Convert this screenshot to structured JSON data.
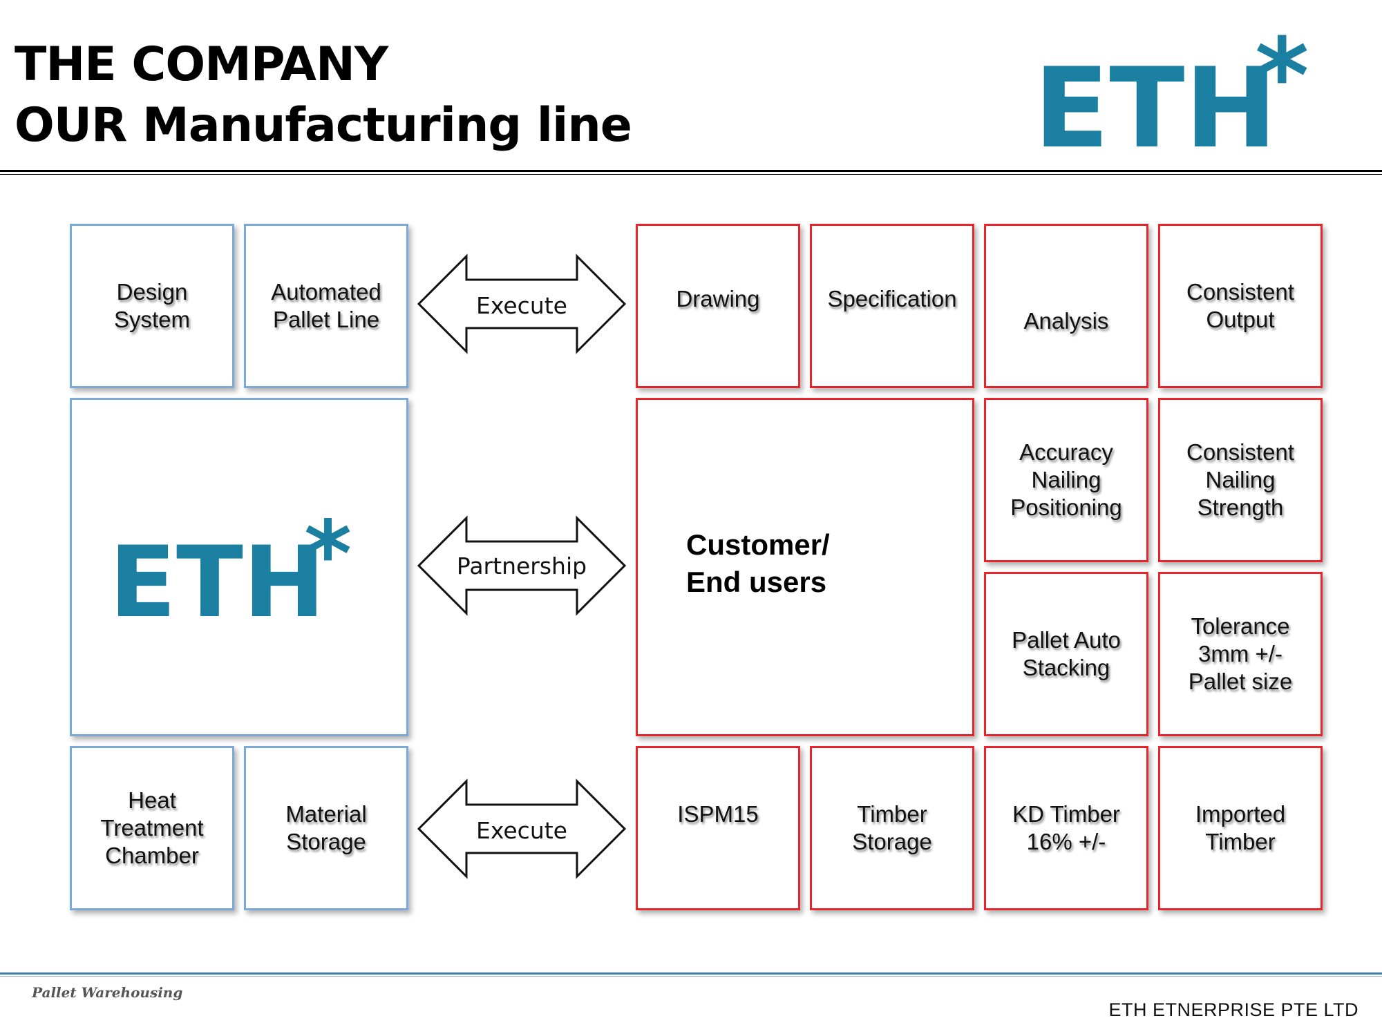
{
  "header": {
    "title_line1": "THE COMPANY",
    "title_line2": "OUR Manufacturing line",
    "logo_text": "ETH",
    "logo_star": "*"
  },
  "colors": {
    "brand_teal": "#1a7fa0",
    "blue_border": "#7ba9d8",
    "red_border": "#e8252a"
  },
  "left_boxes": {
    "design_system": "Design\nSystem",
    "automated_pallet_line": "Automated\nPallet Line",
    "heat_treatment_chamber": "Heat\nTreatment\nChamber",
    "material_storage": "Material\nStorage",
    "logo_text": "ETH",
    "logo_star": "*"
  },
  "arrows": {
    "top": "Execute",
    "middle": "Partnership",
    "bottom": "Execute"
  },
  "right_boxes": {
    "drawing": "Drawing",
    "specification": "Specification",
    "analysis": "Analysis",
    "consistent_output": "Consistent\nOutput",
    "customer": "Customer/\nEnd users",
    "accuracy": "Accuracy\nNailing\nPositioning",
    "consistent_nailing": "Consistent\nNailing\nStrength",
    "pallet_auto_stacking": "Pallet Auto\nStacking",
    "tolerance": "Tolerance\n3mm +/-\nPallet size",
    "ispm15": "ISPM15",
    "timber_storage": "Timber\nStorage",
    "kd_timber": "KD Timber\n16% +/-",
    "imported_timber": "Imported\nTimber"
  },
  "footer": {
    "left": "Pallet Warehousing",
    "right": "ETH ETNERPRISE PTE LTD"
  }
}
